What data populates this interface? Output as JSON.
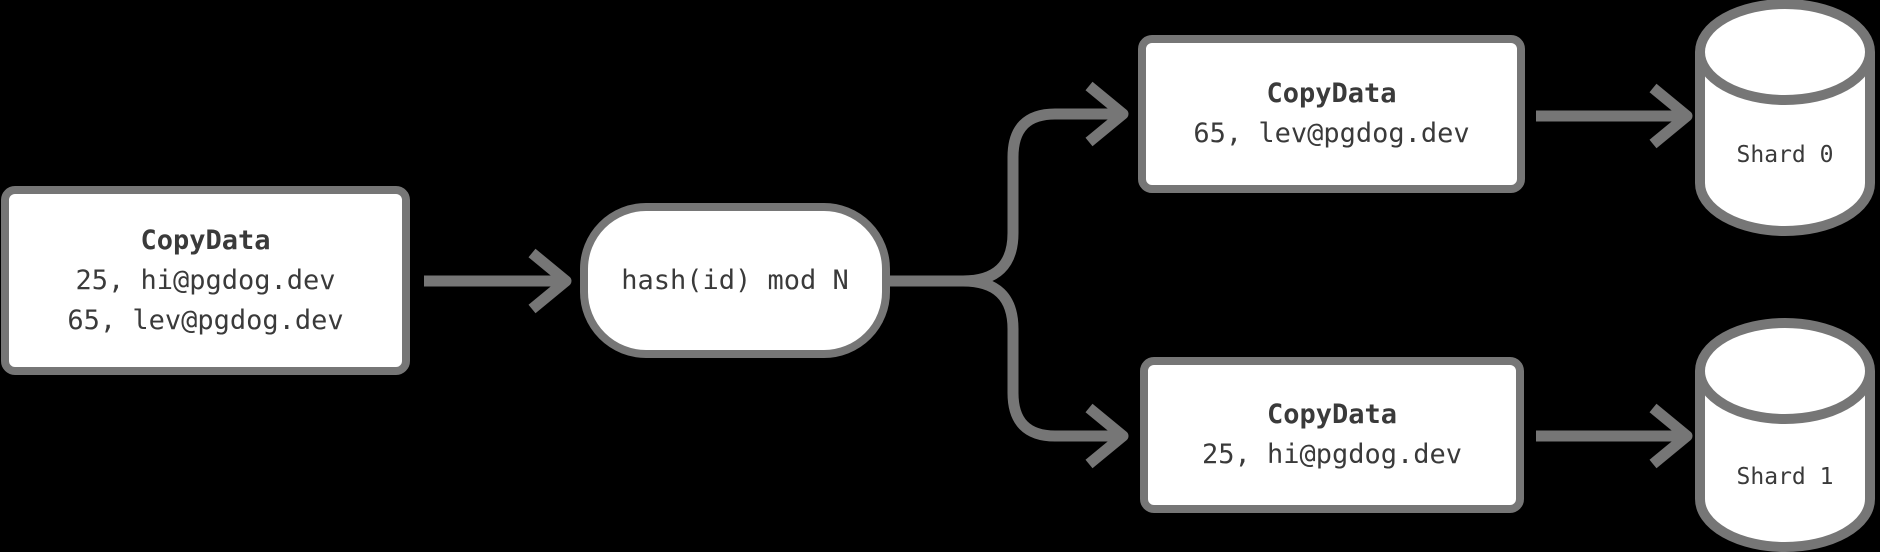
{
  "palette": {
    "background": "#000000",
    "stroke": "#767676",
    "node_fill": "#ffffff",
    "text": "#3a3a3a"
  },
  "nodes": {
    "source": {
      "title": "CopyData",
      "rows": [
        "25, hi@pgdog.dev",
        "65, lev@pgdog.dev"
      ]
    },
    "router": {
      "label": "hash(id) mod N"
    },
    "shard0": {
      "title": "CopyData",
      "rows": [
        "65, lev@pgdog.dev"
      ]
    },
    "shard1": {
      "title": "CopyData",
      "rows": [
        "25, hi@pgdog.dev"
      ]
    },
    "shard0_db": {
      "label": "Shard 0"
    },
    "shard1_db": {
      "label": "Shard 1"
    }
  }
}
